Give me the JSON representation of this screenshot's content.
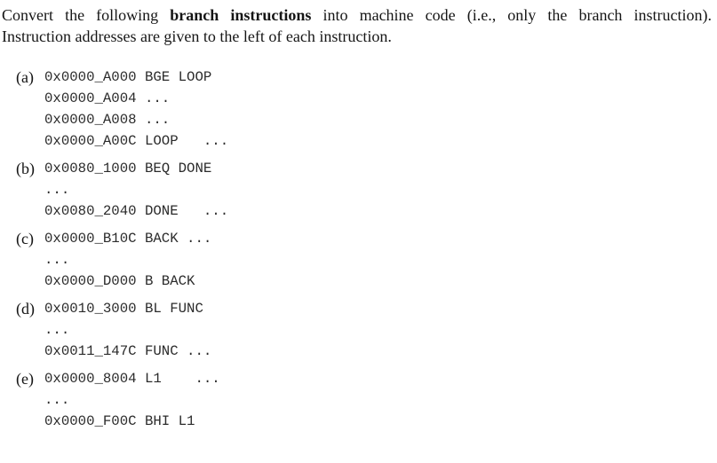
{
  "paragraph": {
    "line1_pre": "Convert the following",
    "line1_bold": "branch instructions",
    "line1_post": "into machine code (i.e., only the branch instruction).",
    "line2": "Instruction addresses are given to the left of each instruction."
  },
  "items": [
    {
      "label": "(a)",
      "lines": [
        "0x0000_A000 BGE LOOP",
        "0x0000_A004 ...",
        "0x0000_A008 ...",
        "0x0000_A00C LOOP   ..."
      ]
    },
    {
      "label": "(b)",
      "lines": [
        "0x0080_1000 BEQ DONE",
        "...",
        "0x0080_2040 DONE   ..."
      ]
    },
    {
      "label": "(c)",
      "lines": [
        "0x0000_B10C BACK ...",
        "...",
        "0x0000_D000 B BACK"
      ]
    },
    {
      "label": "(d)",
      "lines": [
        "0x0010_3000 BL FUNC",
        "...",
        "0x0011_147C FUNC ..."
      ]
    },
    {
      "label": "(e)",
      "lines": [
        "0x0000_8004 L1    ...",
        "...",
        "0x0000_F00C BHI L1"
      ]
    }
  ]
}
